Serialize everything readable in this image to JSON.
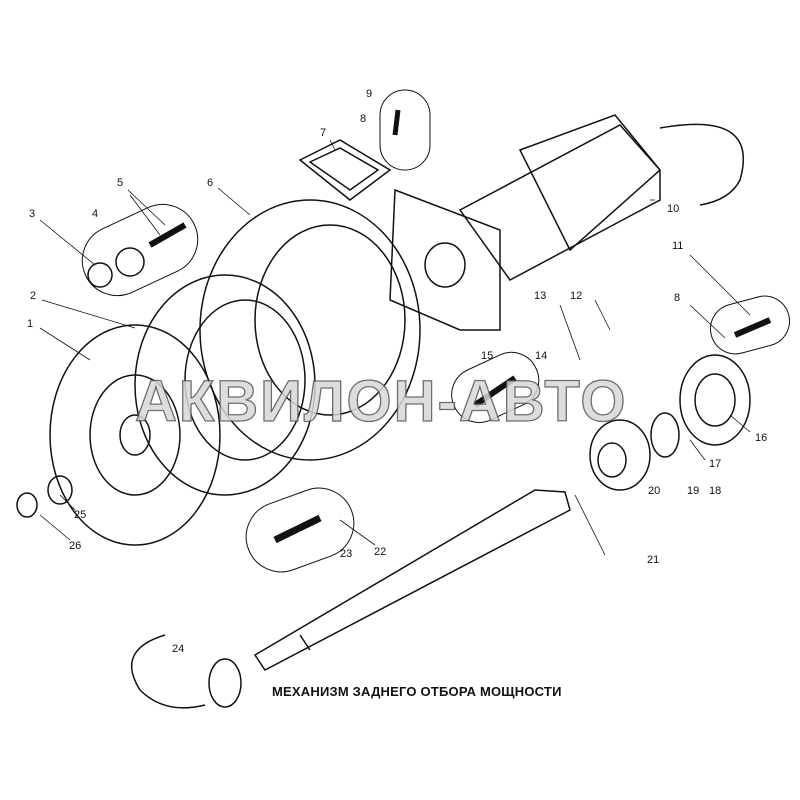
{
  "title": "МЕХАНИЗМ ЗАДНЕГО ОТБОРА МОЩНОСТИ",
  "watermark": "АКВИЛОН-АВТО",
  "labels": [
    "1",
    "2",
    "3",
    "4",
    "5",
    "6",
    "7",
    "8",
    "9",
    "10",
    "11",
    "8",
    "12",
    "13",
    "14",
    "15",
    "16",
    "17",
    "18",
    "19",
    "20",
    "21",
    "22",
    "23",
    "24",
    "25",
    "26"
  ]
}
